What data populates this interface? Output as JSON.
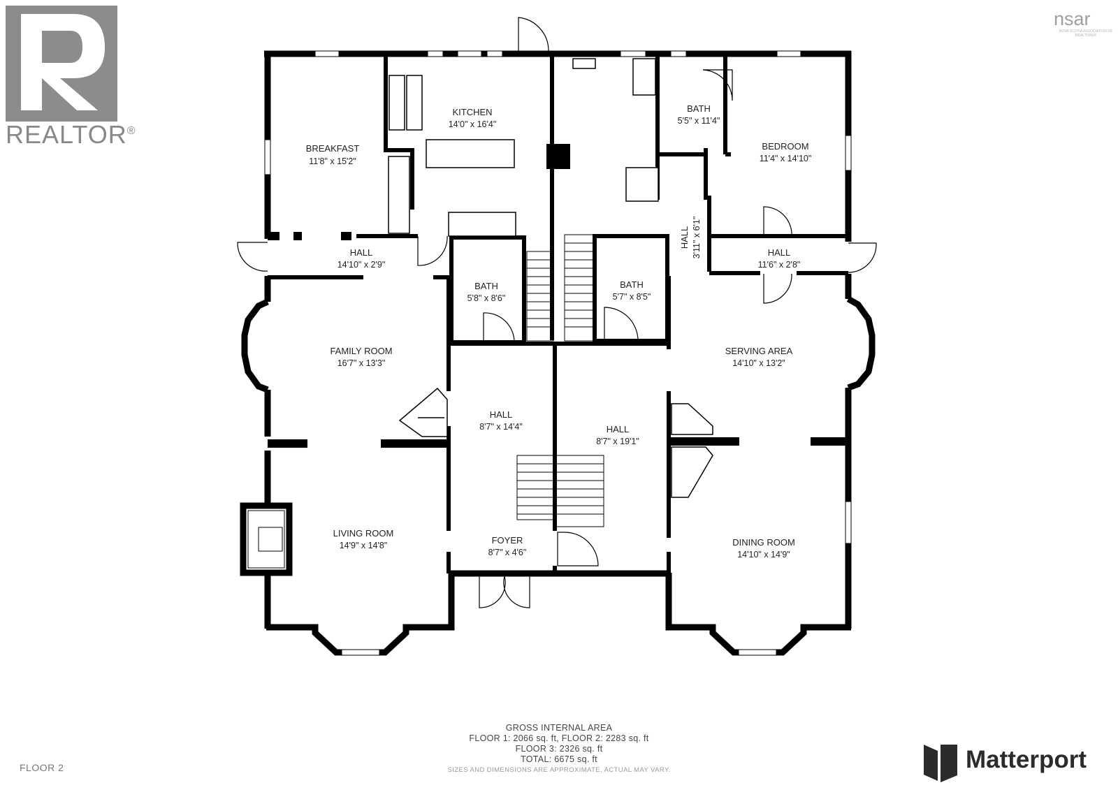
{
  "logos": {
    "realtor_text": "REALTOR",
    "realtor_mark": "®",
    "nsar_text": "nsar",
    "nsar_subtitle": "NOVA SCOTIA ASSOCIATION OF REALTORS®",
    "matterport_text": "Matterport"
  },
  "rooms": {
    "breakfast": {
      "name": "BREAKFAST",
      "dims": "11'8\" x 15'2\""
    },
    "kitchen": {
      "name": "KITCHEN",
      "dims": "14'0\" x 16'4\""
    },
    "bath_top": {
      "name": "BATH",
      "dims": "5'5\" x 11'4\""
    },
    "bedroom": {
      "name": "BEDROOM",
      "dims": "11'4\" x 14'10\""
    },
    "hall_left": {
      "name": "HALL",
      "dims": "14'10\" x 2'9\""
    },
    "bath_left": {
      "name": "BATH",
      "dims": "5'8\" x 8'6\""
    },
    "bath_mid": {
      "name": "BATH",
      "dims": "5'7\" x 8'5\""
    },
    "hall_small": {
      "name": "HALL",
      "dims": "3'11\" x 6'1\""
    },
    "hall_right": {
      "name": "HALL",
      "dims": "11'6\" x 2'8\""
    },
    "family": {
      "name": "FAMILY ROOM",
      "dims": "16'7\" x 13'3\""
    },
    "hall_a": {
      "name": "HALL",
      "dims": "8'7\" x 14'4\""
    },
    "hall_b": {
      "name": "HALL",
      "dims": "8'7\" x 19'1\""
    },
    "serving": {
      "name": "SERVING AREA",
      "dims": "14'10\" x 13'2\""
    },
    "living": {
      "name": "LIVING ROOM",
      "dims": "14'9\" x 14'8\""
    },
    "foyer": {
      "name": "FOYER",
      "dims": "8'7\" x 4'6\""
    },
    "dining": {
      "name": "DINING ROOM",
      "dims": "14'10\" x 14'9\""
    }
  },
  "gross_area": {
    "title": "GROSS INTERNAL AREA",
    "line1": "FLOOR 1: 2066 sq. ft, FLOOR 2: 2283 sq. ft",
    "line2": "FLOOR 3: 2326 sq. ft",
    "total": "TOTAL: 6675 sq. ft",
    "disclaimer": "SIZES AND DIMENSIONS ARE APPROXIMATE, ACTUAL MAY VARY."
  },
  "floor_label": "FLOOR 2",
  "colors": {
    "wall": "#000000",
    "window": "#ffffff",
    "logo_gray": "#8c8c8c",
    "matterport_dark": "#2b2b2b"
  }
}
